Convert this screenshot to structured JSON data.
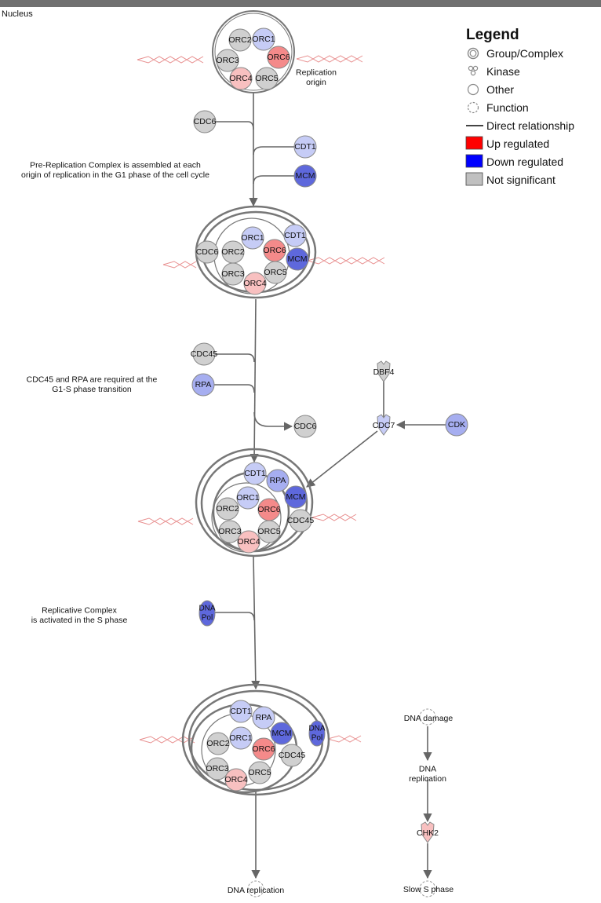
{
  "compartment": "Nucleus",
  "legend": {
    "title": "Legend",
    "items": {
      "group": "Group/Complex",
      "kinase": "Kinase",
      "other": "Other",
      "function": "Function",
      "direct": "Direct relationship",
      "up": "Up regulated",
      "down": "Down regulated",
      "ns": "Not significant"
    },
    "colors": {
      "up": "#ff0000",
      "down": "#0000ff",
      "ns": "#c0c0c0"
    }
  },
  "colors": {
    "gray": "#d0d0d0",
    "red": "#f48a8a",
    "light_red": "#f8c0c0",
    "blue_light": "#c6ccf6",
    "blue_mid": "#a6aef0",
    "blue_dark": "#5e68dc",
    "edge": "#666666",
    "dna": "#e89090"
  },
  "notes": {
    "origin": [
      "Replication",
      "origin"
    ],
    "prerc": [
      "Pre-Replication Complex is assembled at each",
      "origin of replication in the G1 phase of the cell cycle"
    ],
    "g1s": [
      "CDC45 and RPA are required at the",
      "G1-S phase transition"
    ],
    "sphase": [
      "Replicative Complex",
      "is activated in the S phase"
    ]
  },
  "nodes": {
    "orc1": "ORC1",
    "orc2": "ORC2",
    "orc3": "ORC3",
    "orc4": "ORC4",
    "orc5": "ORC5",
    "orc6": "ORC6",
    "cdc6": "CDC6",
    "cdt1": "CDT1",
    "mcm": "MCM",
    "cdc45": "CDC45",
    "rpa": "RPA",
    "dbf4": "DBF4",
    "cdc7": "CDC7",
    "cdk": "CDK",
    "chk2": "CHK2",
    "dnapol": [
      "DNA",
      "Pol"
    ]
  },
  "functions": {
    "dna_replication": "DNA replication",
    "dna_damage": "DNA damage",
    "dna_replication_2": [
      "DNA",
      "replication"
    ],
    "slow_s": "Slow S phase"
  }
}
